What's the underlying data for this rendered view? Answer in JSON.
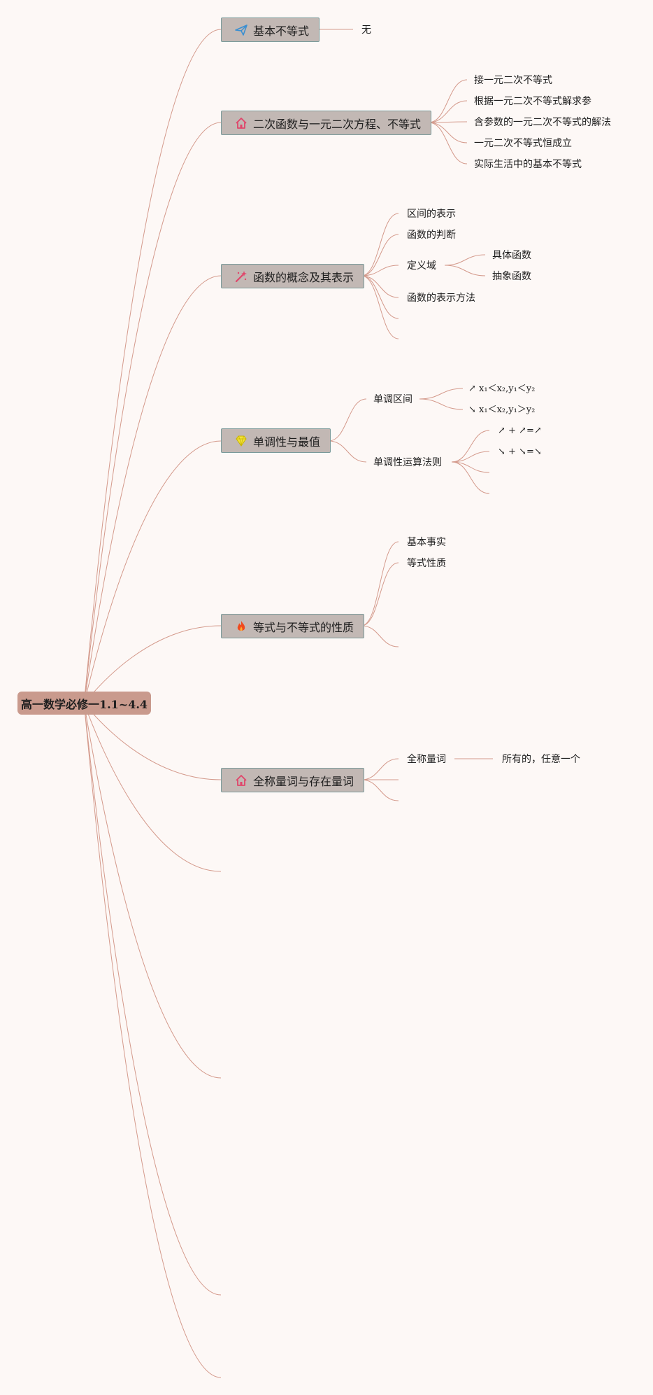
{
  "root": {
    "label": "高一数学必修一1.1~4.4"
  },
  "colors": {
    "link": "#d49a8c",
    "topic_fill": "#c2b8b4",
    "topic_border": "#7a9a9a",
    "root_fill": "#c99a8d"
  },
  "topics": [
    {
      "label": "基本不等式",
      "icon": "paper-plane-icon",
      "children": [
        "无"
      ]
    },
    {
      "label": "二次函数与一元二次方程、不等式",
      "icon": "home-icon",
      "children": [
        "接一元二次不等式",
        "根据一元二次不等式解求参",
        "含参数的一元二次不等式的解法",
        "一元二次不等式恒成立",
        "实际生活中的基本不等式"
      ]
    },
    {
      "label": "函数的概念及其表示",
      "icon": "magic-wand-icon",
      "children": [
        "区间的表示",
        "函数的判断",
        "定义域",
        "函数的表示方法"
      ],
      "grandchildren": [
        "具体函数",
        "抽象函数"
      ]
    },
    {
      "label": "单调性与最值",
      "icon": "diamond-icon",
      "children": [
        "单调区间",
        "单调性运算法则"
      ],
      "monotone_interval": [
        "↗ x₁＜x₂,y₁＜y₂",
        "↘ x₁＜x₂,y₁＞y₂"
      ],
      "monotone_rules": [
        "↗ + ↗=↗",
        "↘ + ↘=↘"
      ]
    },
    {
      "label": "等式与不等式的性质",
      "icon": "fire-icon",
      "children": [
        "基本事实",
        "等式性质"
      ]
    },
    {
      "label": "全称量词与存在量词",
      "icon": "home-icon",
      "children": [
        "全称量词"
      ],
      "grandchildren": [
        "所有的，任意一个"
      ]
    }
  ]
}
